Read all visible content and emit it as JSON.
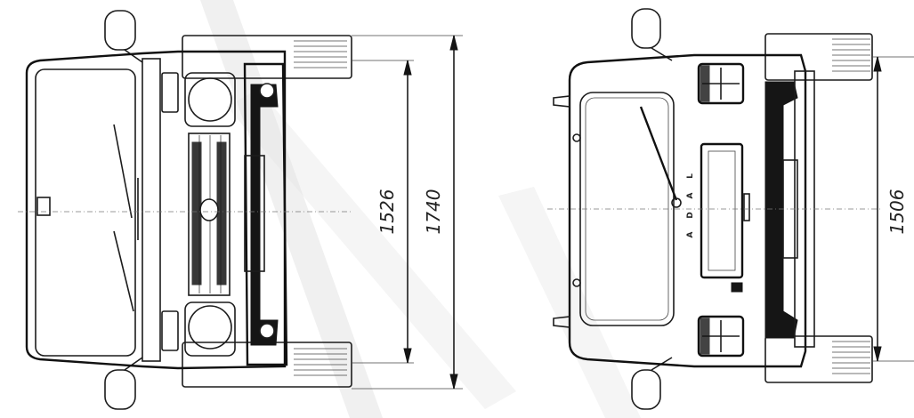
{
  "dimensions": {
    "front_track": "1526",
    "overall_width": "1740",
    "rear_track": "1506"
  },
  "rear_badge": [
    "L",
    "A",
    "D",
    "A"
  ],
  "colors": {
    "line": "#1c1c1c",
    "watermark": "#e3e3e3"
  }
}
